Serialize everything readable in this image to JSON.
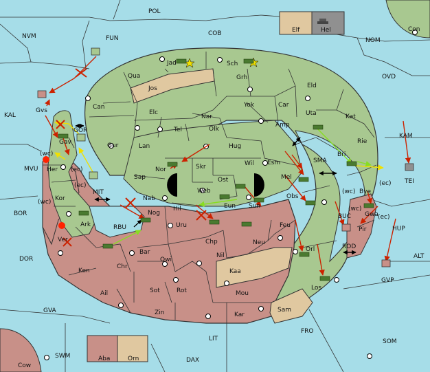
{
  "colors": {
    "sea": "#a6dde8",
    "powerGreen": "#a8c890",
    "powerRed": "#c89088",
    "neutral": "#e0c8a0",
    "grey": "#909090",
    "border": "#333333",
    "arrowRed": "#cc2200",
    "arrowGreen": "#88dd22",
    "arrowYellow": "#f0e000"
  },
  "legend_top": {
    "elf": "Elf",
    "hel": "Hel"
  },
  "legend_bottom": {
    "aba": "Aba",
    "orn": "Orn"
  },
  "labels": {
    "pol": "POL",
    "cob": "COB",
    "nom": "NOM",
    "con": "Con",
    "nvm": "NVM",
    "fun": "FUN",
    "ovd": "OVD",
    "kal": "KAL",
    "kam": "KAM",
    "tei": "TEI",
    "mvu": "MVU",
    "bor": "BOR",
    "dor": "DOR",
    "gva": "GVA",
    "swm": "SWM",
    "cow": "Cow",
    "lit": "LIT",
    "dax": "DAX",
    "fro": "FRO",
    "som": "SOM",
    "alt": "ALT",
    "hup": "HUP",
    "gvp": "GVP",
    "buc": "BUC",
    "rod": "ROD",
    "mit": "MIT",
    "rbu": "RBU",
    "sma": "SMA",
    "gor": "GOR",
    "jad": "Jad",
    "sch": "Sch",
    "qua": "Qua",
    "jos": "Jos",
    "grh": "Grh",
    "eld": "Eld",
    "can": "Can",
    "elc": "Elc",
    "nar": "Nar",
    "yok": "Yok",
    "car": "Car",
    "uta": "Uta",
    "kat": "Kat",
    "gvs": "Gvs",
    "tel": "Tel",
    "olk": "Olk",
    "amp": "Amp",
    "rie": "Rie",
    "gav": "Gav",
    "gur": "Gur",
    "lan": "Lan",
    "hug": "Hug",
    "esm": "Esm",
    "bri": "Bri",
    "wc1": "(wc)",
    "her": "Her",
    "ec1": "(ec)",
    "nor": "Nor",
    "skr": "Skr",
    "wil": "Wil",
    "sap": "Sap",
    "web": "Web",
    "ost": "Ost",
    "mel": "Mel",
    "ec2": "(ec)",
    "ec3": "(ec)",
    "kor": "Kor",
    "wc2": "(wc)",
    "nab": "Nab",
    "eun": "Eun",
    "sun": "Sun",
    "obs": "Obs",
    "wc3": "(wc)",
    "bye": "Bye",
    "hil": "Hil",
    "wc4": "(wc)",
    "gwa": "Gwa",
    "ec4": "(ec)",
    "ark": "Ark",
    "nog": "Nog",
    "uru": "Uru",
    "feu": "Feu",
    "ver": "Ver",
    "pir": "Pir",
    "chp": "Chp",
    "neu": "Neu",
    "bar": "Bar",
    "qwi": "Qwi",
    "nil": "Nil",
    "orl": "Orl",
    "ken": "Ken",
    "chr": "Chr",
    "kaa": "Kaa",
    "ail": "Ail",
    "sot": "Sot",
    "rot": "Rot",
    "mou": "Mou",
    "los": "Los",
    "zin": "Zin",
    "kar": "Kar",
    "sam": "Sam"
  }
}
